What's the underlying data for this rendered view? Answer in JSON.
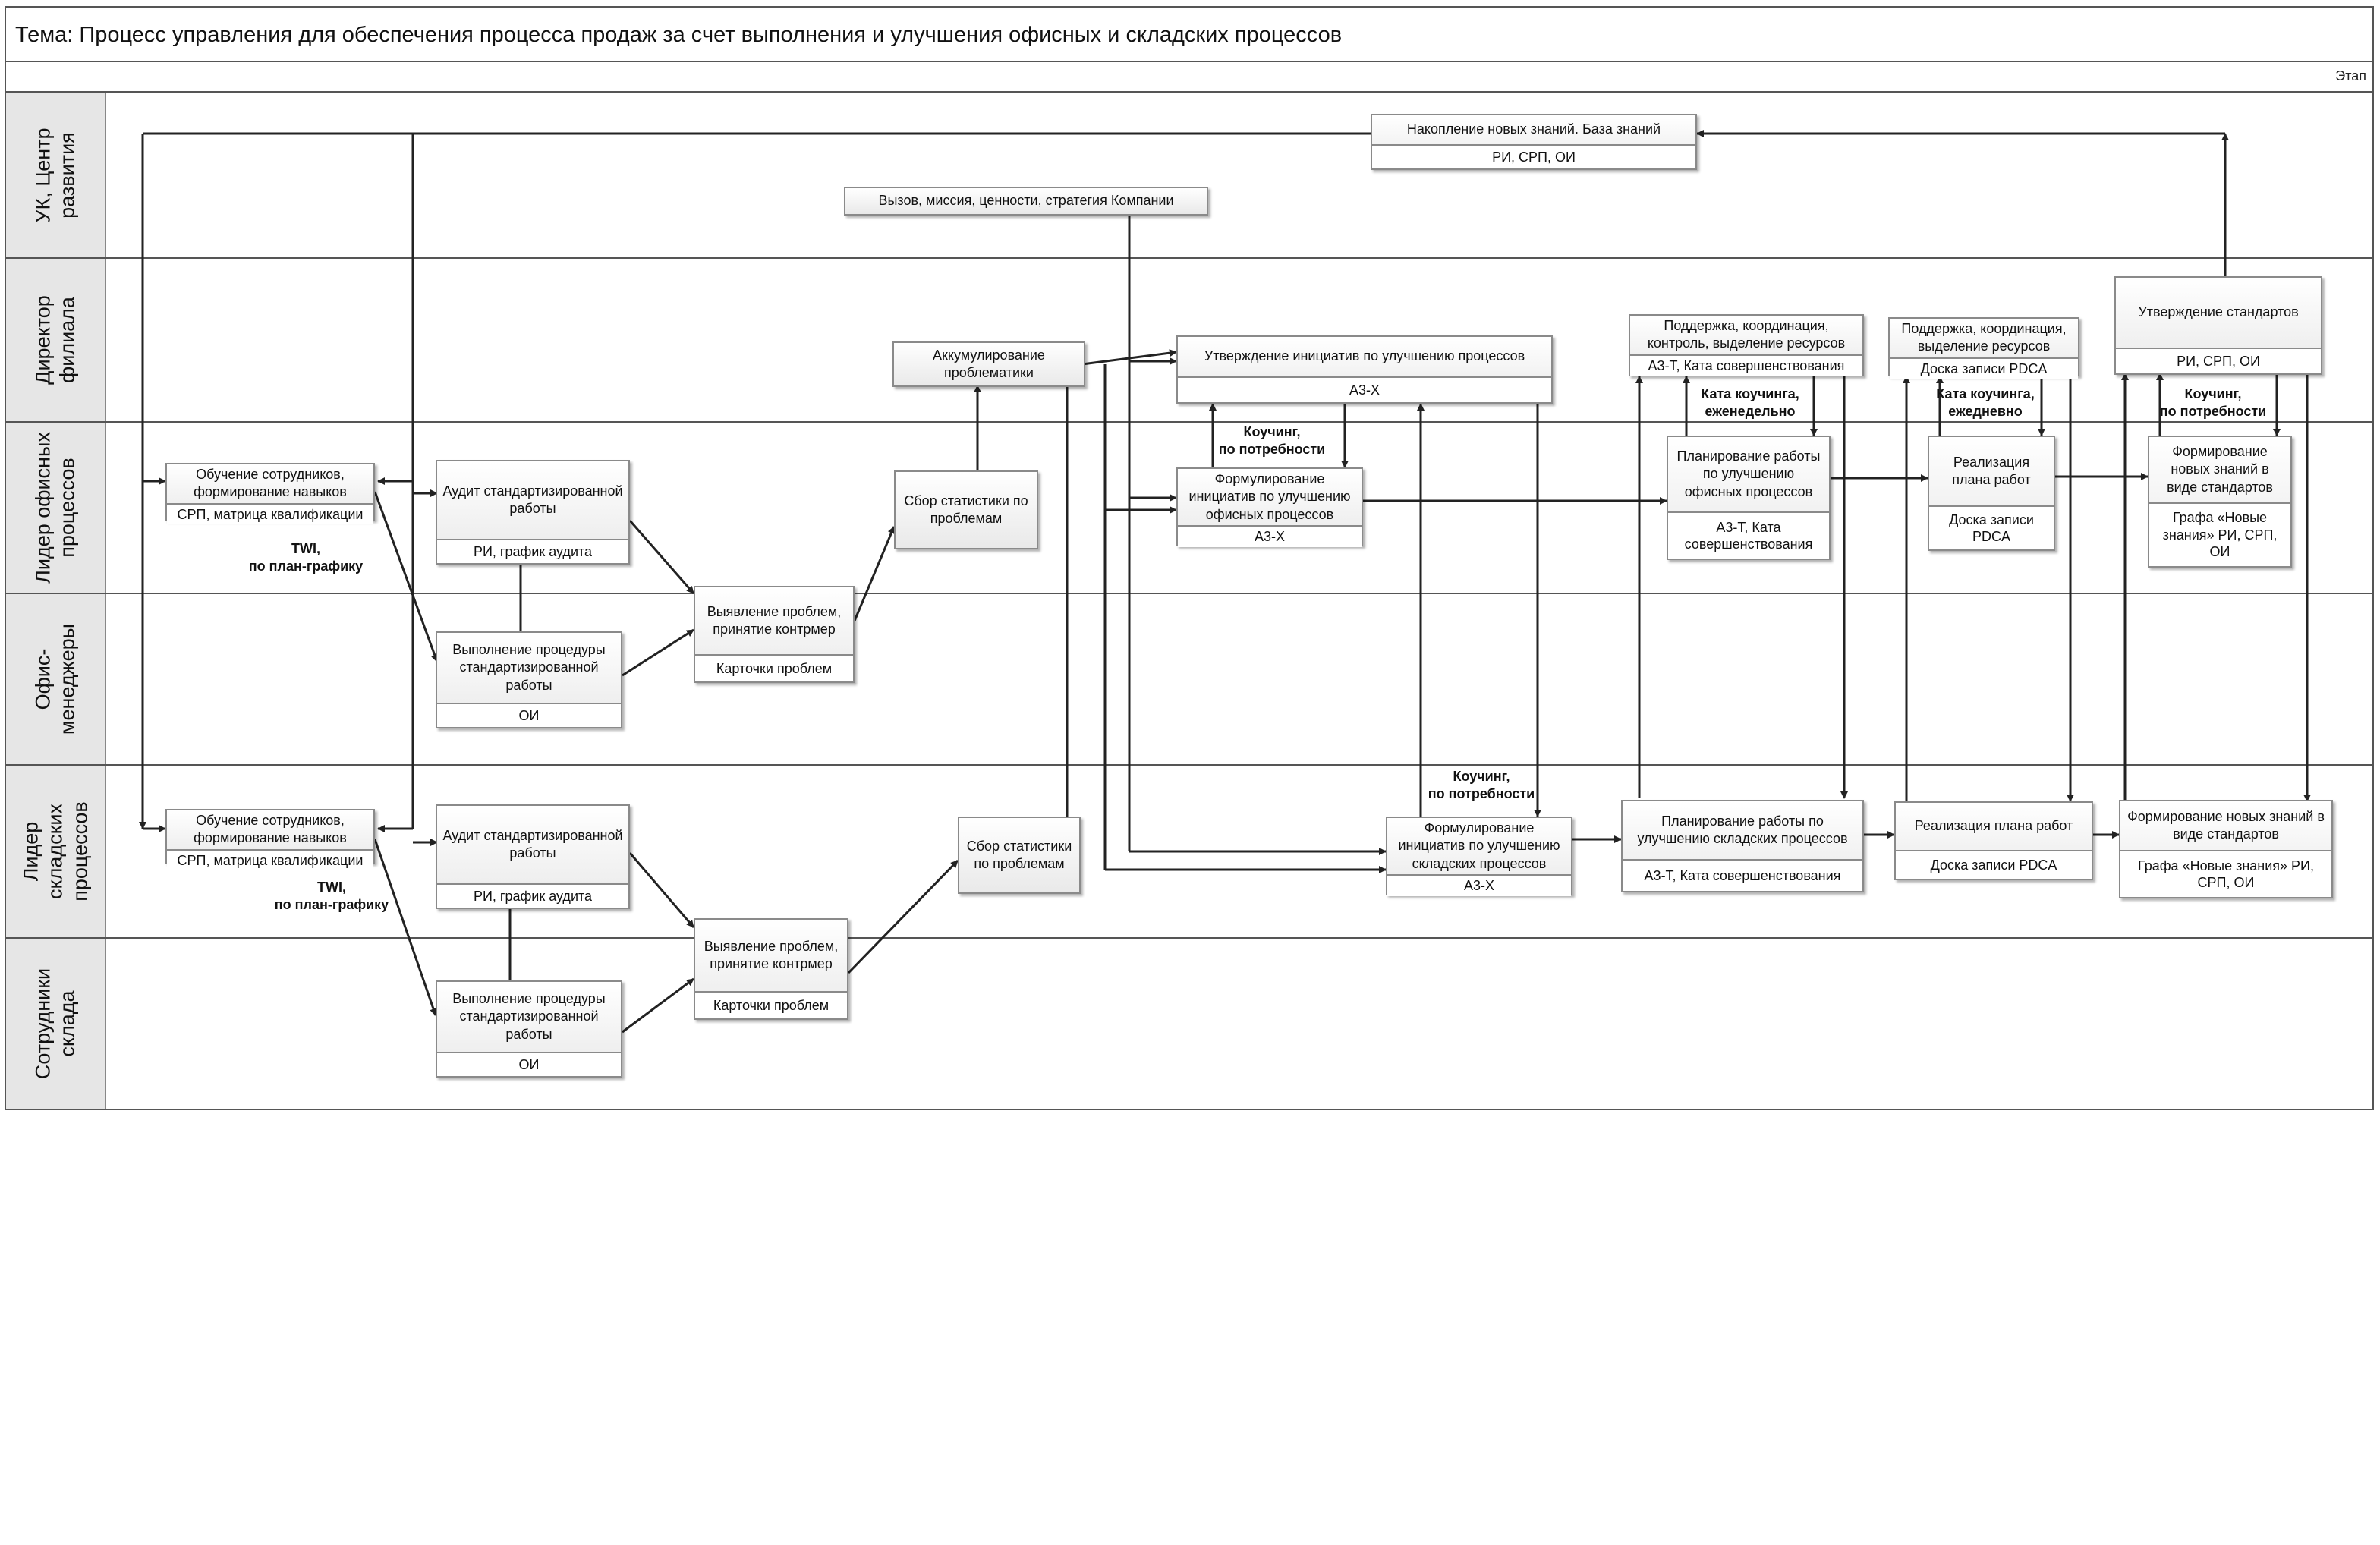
{
  "header": {
    "title": "Тема: Процесс управления для обеспечения процесса продаж за счет выполнения и улучшения офисных и складских процессов",
    "stage_label": "Этап"
  },
  "lanes": [
    "УК, Центр развития",
    "Директор филиала",
    "Лидер офисных процессов",
    "Офис-менеджеры",
    "Лидер складских процессов",
    "Сотрудники склада"
  ],
  "boxes": {
    "knowledge_base": {
      "main": "Накопление новых знаний. База знаний",
      "sub": "РИ, СРП, ОИ"
    },
    "mission": {
      "main": "Вызов, миссия, ценности, стратегия Компании"
    },
    "accumulate_problems": {
      "main": "Аккумулирование проблематики"
    },
    "approve_initiatives": {
      "main": "Утверждение инициатив по улучшению процессов",
      "sub": "A3-X"
    },
    "support_office": {
      "main": "Поддержка, координация, контроль, выделение ресурсов",
      "sub": "A3-T, Ката совершенствования"
    },
    "support_warehouse": {
      "main": "Поддержка, координация, выделение ресурсов",
      "sub": "Доска записи PDCA"
    },
    "approve_standards": {
      "main": "Утверждение стандартов",
      "sub": "РИ, СРП, ОИ"
    },
    "train_office": {
      "main": "Обучение сотрудников, формирование навыков",
      "sub": "СРП, матрица квалификации"
    },
    "audit_office": {
      "main": "Аудит стандартизированной работы",
      "sub": "РИ, график аудита"
    },
    "stats_office": {
      "main": "Сбор статистики по проблемам"
    },
    "formulate_office": {
      "main": "Формулирование инициатив по улучшению офисных процессов",
      "sub": "A3-X"
    },
    "plan_office": {
      "main": "Планирование работы по улучшению офисных процессов",
      "sub": "A3-T, Ката совершенствования"
    },
    "impl_office": {
      "main": "Реализация плана работ",
      "sub": "Доска записи PDCA"
    },
    "new_knowledge_office": {
      "main": "Формирование новых знаний в виде стандартов",
      "sub": "Графа «Новые знания» РИ, СРП, ОИ"
    },
    "perform_office": {
      "main": "Выполнение процедуры стандартизированной работы",
      "sub": "ОИ"
    },
    "problems_office": {
      "main": "Выявление проблем, принятие контрмер",
      "sub": "Карточки проблем"
    },
    "train_wh": {
      "main": "Обучение сотрудников, формирование навыков",
      "sub": "СРП, матрица квалификации"
    },
    "audit_wh": {
      "main": "Аудит стандартизированной работы",
      "sub": "РИ, график аудита"
    },
    "stats_wh": {
      "main": "Сбор статистики по проблемам"
    },
    "formulate_wh": {
      "main": "Формулирование инициатив по улучшению складских процессов",
      "sub": "A3-X"
    },
    "plan_wh": {
      "main": "Планирование работы по улучшению складских процессов",
      "sub": "A3-T, Ката совершенствования"
    },
    "impl_wh": {
      "main": "Реализация плана работ",
      "sub": "Доска записи PDCA"
    },
    "new_knowledge_wh": {
      "main": "Формирование новых знаний в виде стандартов",
      "sub": "Графа «Новые знания» РИ, СРП, ОИ"
    },
    "perform_wh": {
      "main": "Выполнение процедуры стандартизированной работы",
      "sub": "ОИ"
    },
    "problems_wh": {
      "main": "Выявление проблем, принятие контрмер",
      "sub": "Карточки проблем"
    }
  },
  "notes": {
    "twi_office": "TWI,\nпо план-графику",
    "twi_wh": "TWI,\nпо план-графику",
    "coaching_need_1": "Коучинг,\nпо потребности",
    "coaching_need_2": "Коучинг,\nпо потребности",
    "coaching_need_3": "Коучинг,\nпо потребности",
    "kata_weekly": "Ката коучинга,\nеженедельно",
    "kata_daily": "Ката коучинга,\nежедневно"
  }
}
